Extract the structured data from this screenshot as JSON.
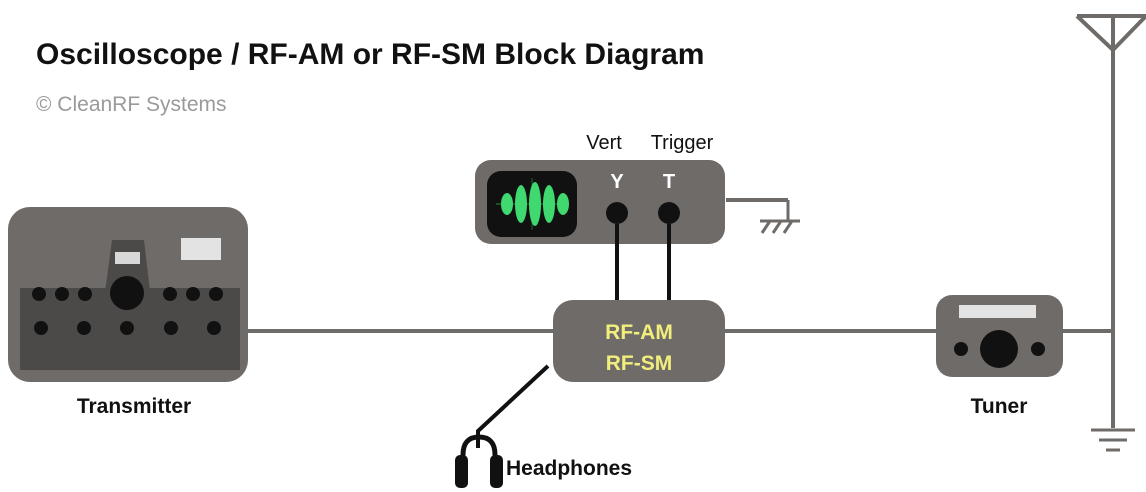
{
  "title": "Oscilloscope / RF-AM or RF-SM Block Diagram",
  "subtitle": "© CleanRF Systems",
  "scope": {
    "label_vert": "Vert",
    "label_trigger": "Trigger",
    "jack_y": "Y",
    "jack_t": "T"
  },
  "meter": {
    "line1": "RF-AM",
    "line2": "RF-SM"
  },
  "transmitter_label": "Transmitter",
  "tuner_label": "Tuner",
  "headphones_label": "Headphones",
  "colors": {
    "device_body": "#6f6b68",
    "device_dark": "#3d3b3a",
    "line": "#6f6b68",
    "meter_text": "#f2ee7c",
    "trace": "#3fd96f",
    "screen": "#111111"
  }
}
